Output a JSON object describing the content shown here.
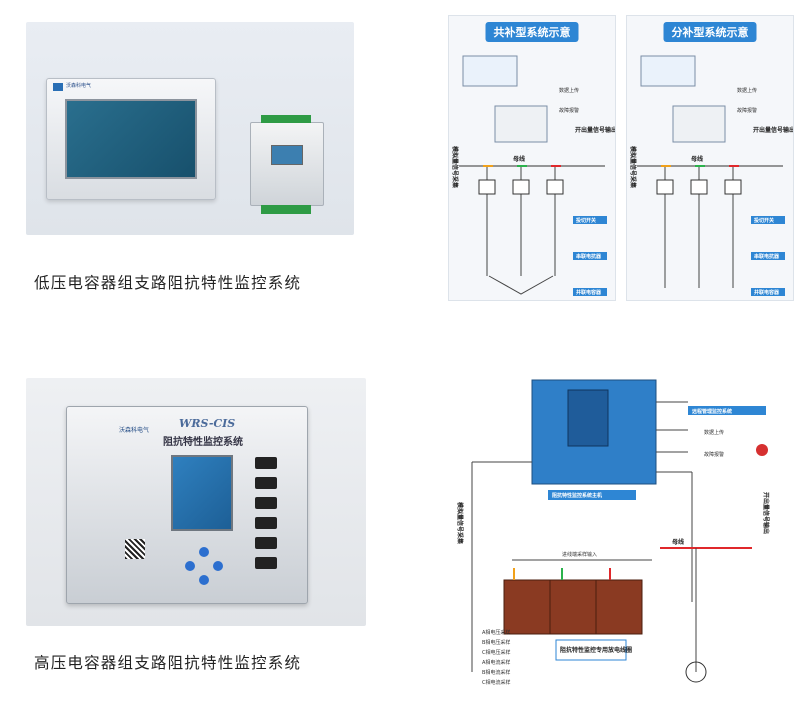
{
  "captions": {
    "low": "低压电容器组支路阻抗特性监控系统",
    "high": "高压电容器组支路阻抗特性监控系统"
  },
  "low_photo": {
    "hmi_brand": "沃森科电气"
  },
  "high_photo": {
    "model": "WRS-CIS",
    "title": "阻抗特性监控系统",
    "brand": "沃森科电气"
  },
  "diagram_left": {
    "title": "共补型系统示意",
    "bus": "母线",
    "side_label": "模拟量信号采集",
    "out_label": "开出量信号输出",
    "upload": "数据上传",
    "alarm": "故障报警",
    "bottom_tags": [
      "投切开关",
      "串联电抗器",
      "并联电容器"
    ]
  },
  "diagram_right": {
    "title": "分补型系统示意",
    "bus": "母线",
    "side_label": "模拟量信号采集",
    "out_label": "开出量信号输出",
    "upload": "数据上传",
    "alarm": "故障报警",
    "bottom_tags": [
      "投切开关",
      "串联电抗器",
      "并联电容器"
    ]
  },
  "diagram_high": {
    "main_unit": "阻抗特性监控系统主机",
    "remote": "远程管理监控系统",
    "upload": "数据上传",
    "alarm": "故障报警",
    "side_label": "模拟量信号采集",
    "out_label": "开出量信号输出",
    "bus": "母线",
    "input_label": "进线端采样输入",
    "special_box": "阻抗特性监控专用放电线圈",
    "sample_labels": [
      "A相电压采样",
      "B相电压采样",
      "C相电压采样",
      "A相电流采样",
      "B相电流采样",
      "C相电流采样"
    ]
  }
}
